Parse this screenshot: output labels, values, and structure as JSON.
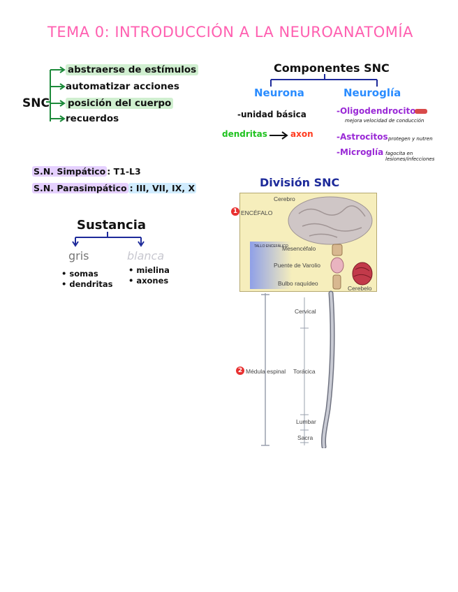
{
  "title": "TEMA 0: INTRODUCCIÓN A LA NEUROANATOMÍA",
  "snc": {
    "label": "SNC",
    "functions": [
      "abstraerse de estímulos",
      "automatizar acciones",
      "posición del cuerpo",
      "recuerdos"
    ]
  },
  "componentes": {
    "title": "Componentes SNC",
    "neurona": {
      "label": "Neurona",
      "unidad": "-unidad básica",
      "dendritas": "dendritas",
      "axon": "axon"
    },
    "neuroglia": {
      "label": "Neuroglía",
      "items": [
        {
          "name": "-Oligodendrocitos",
          "note": "mejora velocidad de conducción"
        },
        {
          "name": "-Astrocitos",
          "note": "protegen y nutren"
        },
        {
          "name": "-Microglía",
          "note": "fagocita en lesiones/infecciones"
        }
      ]
    }
  },
  "sn": {
    "simpatico_label": "S.N. Simpático",
    "simpatico_value": ": T1-L3",
    "parasimpatico_label": "S.N. Parasimpático",
    "parasimpatico_value": ": III, VII, IX, X"
  },
  "sustancia": {
    "title": "Sustancia",
    "gris": {
      "label": "gris",
      "items": [
        "• somas",
        "• dendritas"
      ]
    },
    "blanca": {
      "label": "blanca",
      "items": [
        "• mielina",
        "• axones"
      ]
    }
  },
  "division": {
    "title": "División SNC",
    "labels": {
      "cerebro": "Cerebro",
      "encefalo": "ENCÉFALO",
      "tronco": "TALLO ENCEFÁLICO",
      "mesencefalo": "Mesencéfalo",
      "puente": "Puente de Varolio",
      "bulbo": "Bulbo raquídeo",
      "cerebelo": "Cerebelo",
      "cervical": "Cervical",
      "medula": "Médula espinal",
      "toracica": "Torácica",
      "lumbar": "Lumbar",
      "sacra": "Sacra"
    },
    "markers": [
      "1",
      "2"
    ]
  },
  "colors": {
    "title": "#ff5fb0",
    "blue": "#2a8cff",
    "navy": "#1d2a9a",
    "green": "#1c8a3a",
    "purple": "#9a2ad6",
    "red": "#e83030"
  }
}
